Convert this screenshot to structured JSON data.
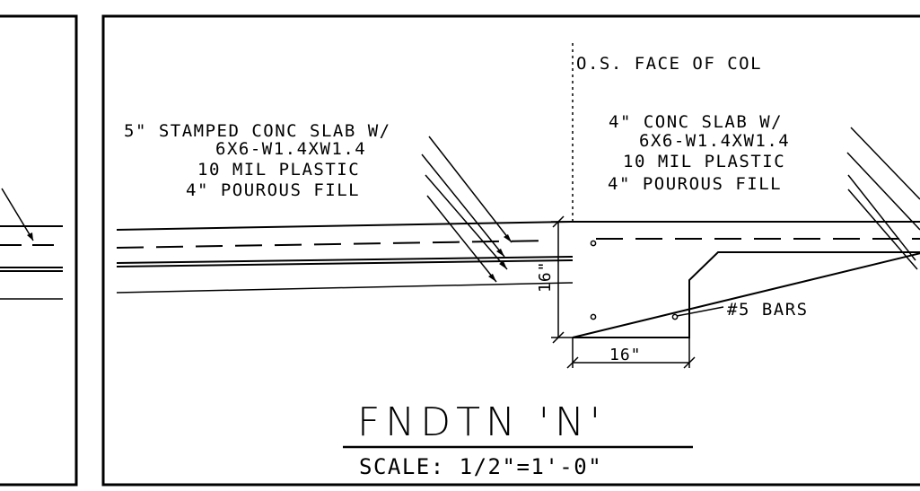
{
  "detail": {
    "title": "FNDTN  'N'",
    "scale": "SCALE: 1/2\"=1'-0\""
  },
  "annotations": {
    "face_of_col": "O.S. FACE OF COL",
    "left_notes": [
      "5\" STAMPED CONC SLAB W/",
      "6X6-W1.4XW1.4",
      "10 MIL PLASTIC",
      "4\" POUROUS FILL"
    ],
    "right_notes": [
      "4\" CONC SLAB W/",
      "6X6-W1.4XW1.4",
      "10 MIL PLASTIC",
      "4\" POUROUS FILL"
    ],
    "bars": "#5 BARS",
    "dim_width": "16\"",
    "dim_height": "16\""
  }
}
